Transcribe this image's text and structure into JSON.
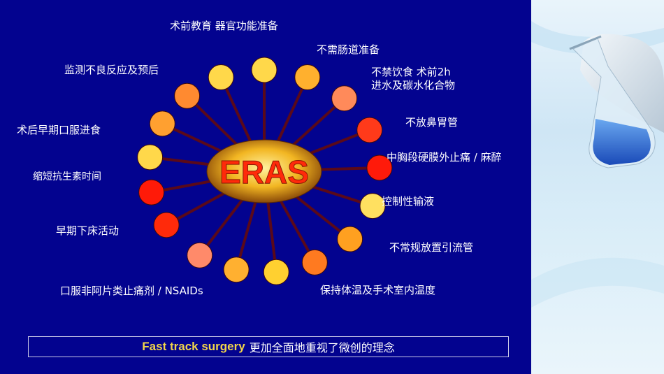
{
  "center": {
    "label": "ERAS"
  },
  "nodes": [
    {
      "label": "术前教育  器官功能准备",
      "angle": 90,
      "color": "#ffd84a"
    },
    {
      "label": "不需肠道准备",
      "angle": 68,
      "color": "#ffb02e"
    },
    {
      "label_lines": [
        "不禁饮食 术前2h",
        "进水及碳水化合物"
      ],
      "angle": 46,
      "color": "#ff8a5a"
    },
    {
      "label": "不放鼻胃管",
      "angle": 24,
      "color": "#ff3a1a"
    },
    {
      "label": "中胸段硬膜外止痛 / 麻醉",
      "angle": 2,
      "color": "#ff1a0a"
    },
    {
      "label": "控制性输液",
      "angle": -20,
      "color": "#ffe060"
    },
    {
      "label": "不常规放置引流管",
      "angle": -42,
      "color": "#ffa020"
    },
    {
      "label": "保持体温及手术室内温度",
      "angle": -64,
      "color": "#ff7a20"
    },
    {
      "label": "",
      "angle": -84,
      "color": "#ffd030"
    },
    {
      "label": "口服非阿片类止痛剂 / NSAIDs",
      "angle": -104,
      "color": "#ffb030"
    },
    {
      "label": "",
      "angle": -124,
      "color": "#ff8a6a"
    },
    {
      "label": "早期下床活动",
      "angle": -148,
      "color": "#ff2a0a"
    },
    {
      "label": "",
      "angle": -168,
      "color": "#ff1a08"
    },
    {
      "label": "缩短抗生素时间",
      "angle": 172,
      "color": "#ffd84a"
    },
    {
      "label": "术后早期口服进食",
      "angle": 152,
      "color": "#ffa030"
    },
    {
      "label": "",
      "angle": 132,
      "color": "#ff8a30"
    },
    {
      "label": "监测不良反应及预后",
      "angle": 112,
      "color": "#ffd84a"
    }
  ],
  "footer": {
    "english": "Fast track surgery",
    "chinese": "更加全面地重视了微创的理念"
  },
  "colors": {
    "background": "#03038f",
    "spoke": "#5a0a1a",
    "center_fill": "#e8a010",
    "center_text": "#ff2a0a"
  }
}
